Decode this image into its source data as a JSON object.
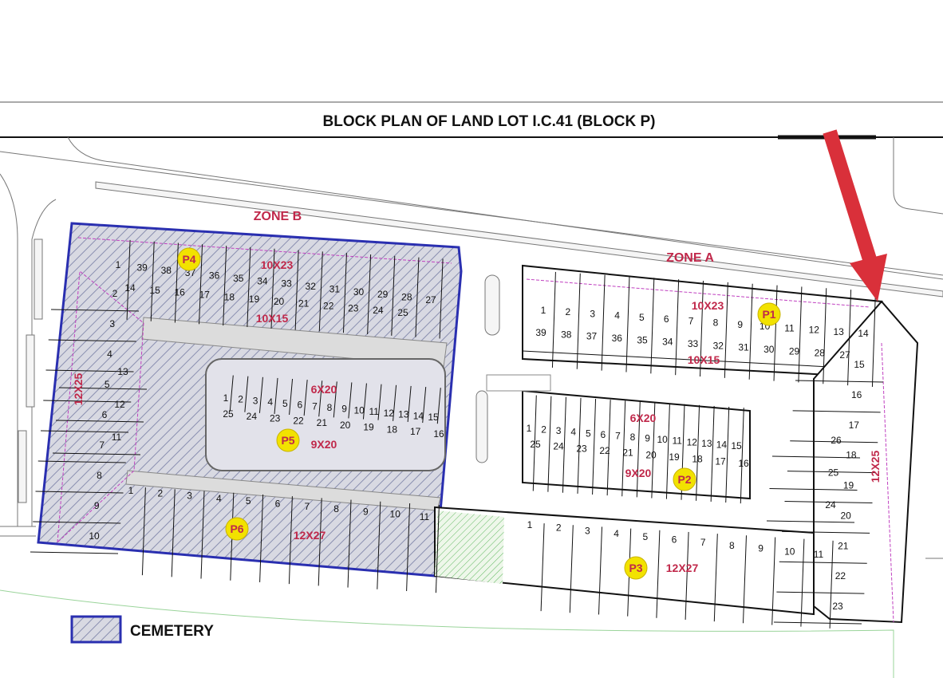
{
  "title": "BLOCK PLAN OF LAND LOT I.C.41 (BLOCK P)",
  "zones": {
    "a": "ZONE A",
    "b": "ZONE B"
  },
  "legend": {
    "cemetery": "CEMETERY"
  },
  "colors": {
    "cemetery_hatch": "#8a8fb0",
    "cemetery_border": "#2a2fb0",
    "plot_boundary": "#c040c0",
    "dimension_text": "#c0284a",
    "phase_marker_fill": "#f2e200",
    "arrow": "#d9303a",
    "green_strip": "#5fb85f"
  },
  "phases": [
    "P1",
    "P2",
    "P3",
    "P4",
    "P5",
    "P6"
  ],
  "lot_sizes": {
    "p1_top": "10X23",
    "p1_bottom": "10X15",
    "p2_top": "6X20",
    "p2_bottom": "9X20",
    "p3": "12X27",
    "zone_a_right": "12X25",
    "p4_top": "10X23",
    "p4_bottom": "10X15",
    "p5_top": "6X20",
    "p5_bottom": "9X20",
    "p6": "12X27",
    "zone_b_left": "12X25"
  },
  "blocks": {
    "b_top_upper": [
      "1",
      "39",
      "38",
      "37",
      "36",
      "35",
      "34",
      "33",
      "32",
      "31",
      "30",
      "29",
      "28",
      "27"
    ],
    "b_top_lower": [
      "14",
      "15",
      "16",
      "17",
      "18",
      "19",
      "20",
      "21",
      "22",
      "23",
      "24",
      "25"
    ],
    "b_left": [
      "2",
      "3",
      "4",
      "5",
      "6",
      "7",
      "8",
      "9",
      "10"
    ],
    "b_left_inner": [
      "13",
      "12",
      "11"
    ],
    "b_mid_upper": [
      "1",
      "2",
      "3",
      "4",
      "5",
      "6",
      "7",
      "8",
      "9",
      "10",
      "11",
      "12",
      "13",
      "14",
      "15"
    ],
    "b_mid_lower": [
      "25",
      "24",
      "23",
      "22",
      "21",
      "20",
      "19",
      "18",
      "17",
      "16"
    ],
    "b_bottom": [
      "1",
      "2",
      "3",
      "4",
      "5",
      "6",
      "7",
      "8",
      "9",
      "10",
      "11"
    ],
    "a_top_upper": [
      "1",
      "2",
      "3",
      "4",
      "5",
      "6",
      "7",
      "8",
      "9",
      "10",
      "11",
      "12",
      "13",
      "14"
    ],
    "a_top_lower": [
      "39",
      "38",
      "37",
      "36",
      "35",
      "34",
      "33",
      "32",
      "31",
      "30",
      "29",
      "28",
      "27"
    ],
    "a_mid_upper": [
      "1",
      "2",
      "3",
      "4",
      "5",
      "6",
      "7",
      "8",
      "9",
      "10",
      "11",
      "12",
      "13",
      "14",
      "15"
    ],
    "a_mid_lower": [
      "25",
      "24",
      "23",
      "22",
      "21",
      "20",
      "19",
      "18",
      "17",
      "16"
    ],
    "a_right": [
      "15",
      "16",
      "17",
      "18",
      "19",
      "20",
      "21",
      "22",
      "23"
    ],
    "a_right_inner": [
      "26",
      "25",
      "24"
    ],
    "a_bottom": [
      "1",
      "2",
      "3",
      "4",
      "5",
      "6",
      "7",
      "8",
      "9",
      "10",
      "11"
    ]
  }
}
